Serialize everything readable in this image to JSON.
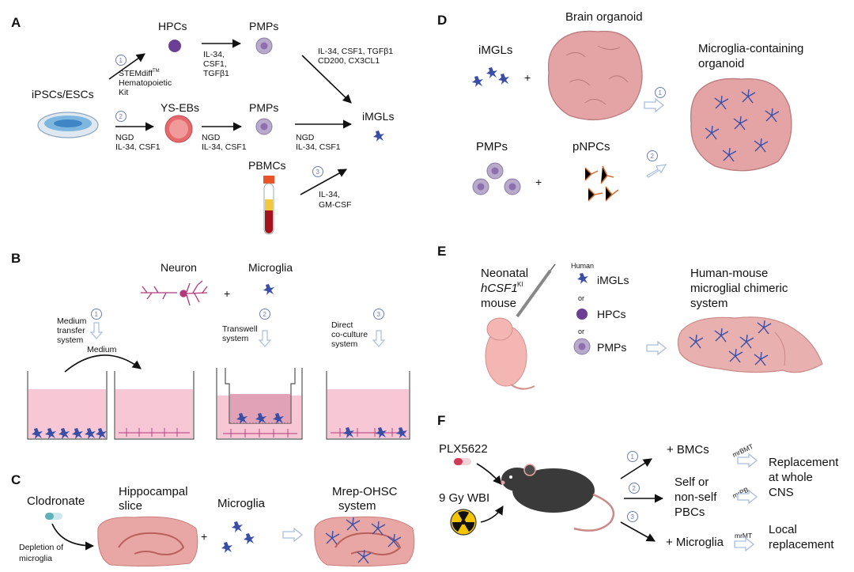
{
  "colors": {
    "neuron": "#b03a7a",
    "microglia": "#3b4ea6",
    "media": "#f7c7d6",
    "tissue": "#e8a7a4",
    "step_circle": "#6d7fb0"
  },
  "panels": {
    "A": "A",
    "B": "B",
    "C": "C",
    "D": "D",
    "E": "E",
    "F": "F"
  },
  "step_numbers": {
    "one": "1",
    "two": "2",
    "three": "3"
  },
  "a": {
    "source": "iPSCs/ESCs",
    "hpcs": "HPCs",
    "pmps": "PMPs",
    "ysebs": "YS-EBs",
    "imgls": "iMGLs",
    "pbmcs": "PBMCs",
    "kit_1": "STEMdiff",
    "kit_tm": "TM",
    "kit_2": "Hematopoietic",
    "kit_3": "Kit",
    "route1_1": "IL-34,",
    "route1_2": "CSF1,",
    "route1_3": "TGFβ1",
    "route1b_1": "IL-34, CSF1, TGFβ1",
    "route1b_2": "CD200, CX3CL1",
    "ngd": "NGD",
    "il34_csf1": "IL-34, CSF1",
    "route3_1": "IL-34,",
    "route3_2": "GM-CSF"
  },
  "b": {
    "neuron": "Neuron",
    "plus": "+",
    "microglia": "Microglia",
    "medium_transfer_1": "Medium",
    "medium_transfer_2": "transfer",
    "medium_transfer_3": "system",
    "medium": "Medium",
    "transwell_1": "Transwell",
    "transwell_2": "system",
    "direct_1": "Direct",
    "direct_2": "co-culture",
    "direct_3": "system"
  },
  "c": {
    "clodronate": "Clodronate",
    "depletion_1": "Depletion of",
    "depletion_2": "microglia",
    "slice_1": "Hippocampal",
    "slice_2": "slice",
    "plus": "+",
    "microglia": "Microglia",
    "result_1": "Mrep-OHSC",
    "result_2": "system"
  },
  "d": {
    "brain_organoid": "Brain organoid",
    "imgls": "iMGLs",
    "plus": "+",
    "result_1": "Microglia-containing",
    "result_2": "organoid",
    "pmps": "PMPs",
    "pnpcs": "pNPCs"
  },
  "e": {
    "neonatal": "Neonatal",
    "gene": "hCSF1",
    "ki": "KI",
    "mouse": "mouse",
    "human": "Human",
    "imgls": "iMGLs",
    "or": "or",
    "hpcs": "HPCs",
    "pmps": "PMPs",
    "result_1": "Human-mouse",
    "result_2": "microglial chimeric",
    "result_3": "system"
  },
  "f": {
    "plx": "PLX5622",
    "wbi": "9 Gy WBI",
    "bmcs": "+ BMCs",
    "self_1": "Self or",
    "self_2": "non-self",
    "self_3": "PBCs",
    "microglia": "+ Microglia",
    "mrbmt": "mrBMT",
    "mrpb": "mrPB",
    "mrmt": "mrMT",
    "replacement_1": "Replacement",
    "replacement_2": "at whole",
    "replacement_3": "CNS",
    "local_1": "Local",
    "local_2": "replacement"
  }
}
